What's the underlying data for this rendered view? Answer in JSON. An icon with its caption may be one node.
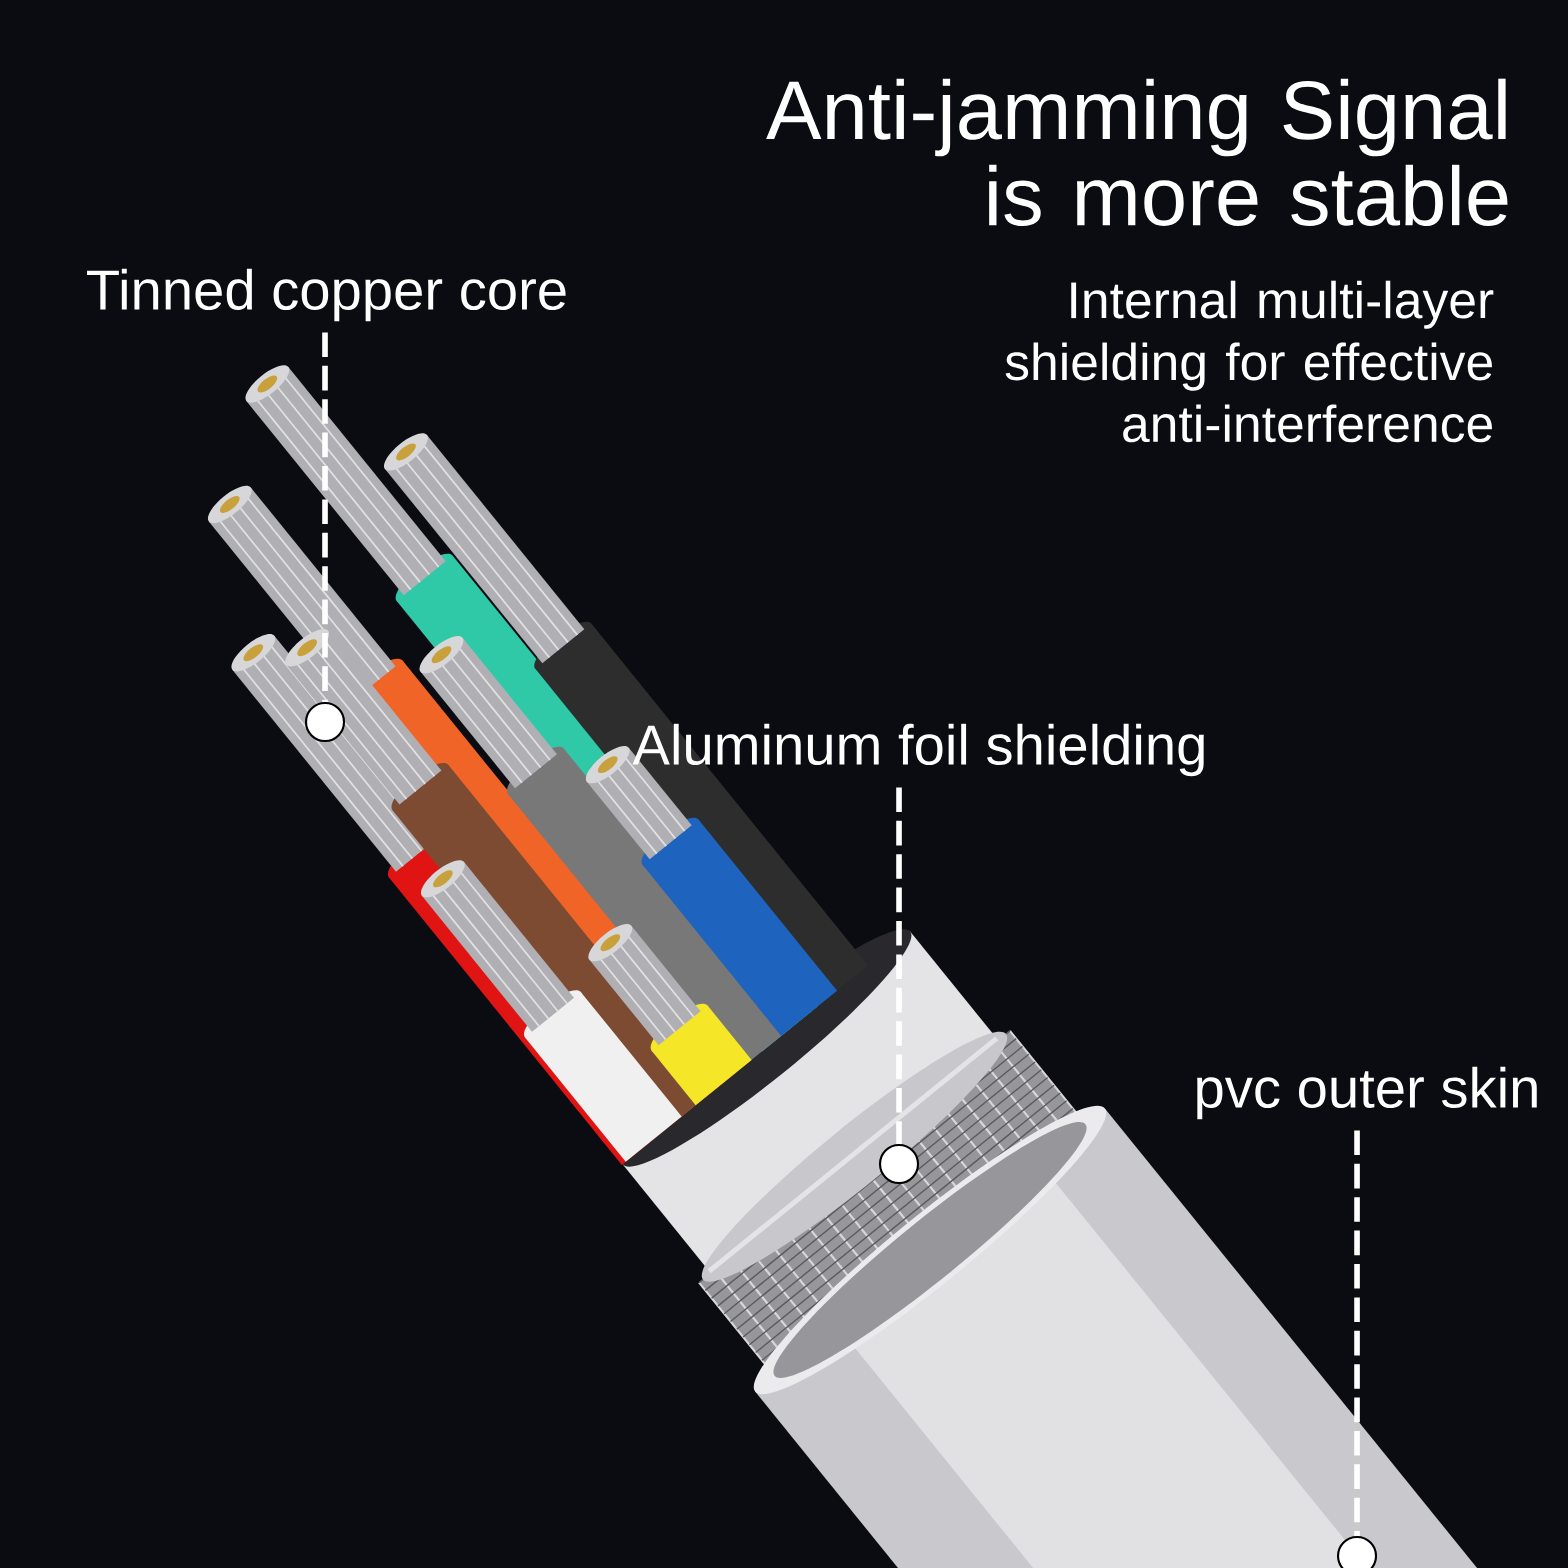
{
  "diagram": {
    "title": "Anti-jamming Signal is more stable",
    "nodes": [
      {
        "text": [
          "Tinned copper core"
        ]
      },
      {
        "text": [],
        "shape": "circle"
      },
      {
        "text": [
          "Aluminum foil shielding"
        ]
      },
      {
        "text": [],
        "shape": "circle"
      },
      {
        "text": [
          "pvc outer skin"
        ]
      },
      {
        "text": [],
        "shape": "circle"
      }
    ],
    "edges": [
      {
        "from": 0,
        "to": 1,
        "arrow": "none",
        "style": "dashed"
      },
      {
        "from": 2,
        "to": 3,
        "arrow": "none",
        "style": "dashed"
      },
      {
        "from": 4,
        "to": 5,
        "arrow": "none",
        "style": "dashed"
      }
    ],
    "labels": [
      "Internal multi-layer shielding for effective anti-interference"
    ]
  }
}
